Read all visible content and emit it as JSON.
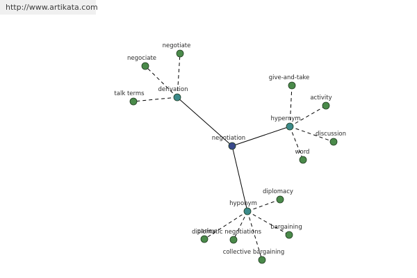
{
  "source": {
    "url": "http://www.artikata.com"
  },
  "colors": {
    "root": "#3a4a8c",
    "relation": "#3c8a8a",
    "leaf": "#4a8a4a",
    "node_stroke": "#1e3a1e",
    "edge": "#000000"
  },
  "graph": {
    "root": "negotiation",
    "relations": [
      {
        "label": "derivation",
        "words": [
          "negotiate",
          "negociate",
          "talk terms"
        ]
      },
      {
        "label": "hypernym",
        "words": [
          "give-and-take",
          "activity",
          "discussion",
          "word"
        ]
      },
      {
        "label": "hyponym",
        "words": [
          "diplomacy",
          "parley",
          "diplomatic negotiations",
          "bargaining",
          "collective bargaining"
        ]
      }
    ]
  }
}
